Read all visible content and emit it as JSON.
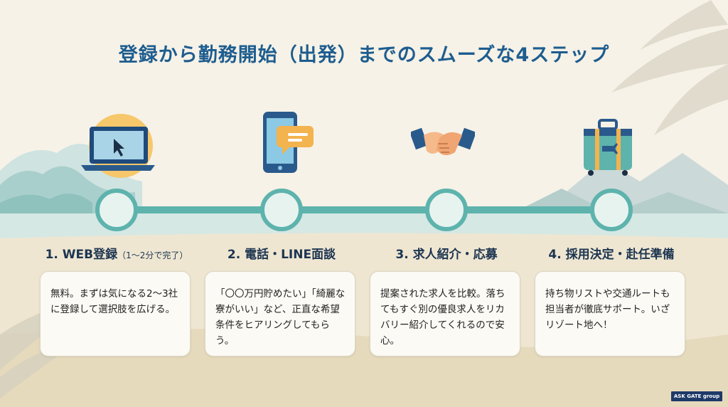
{
  "title": "登録から勤務開始（出発）までのスムーズな4ステップ",
  "steps": [
    {
      "title": "1. WEB登録",
      "subtitle": "（1〜2分で完了）",
      "icon": "laptop-cursor-icon",
      "body": "無料。まずは気になる2〜3社に登録して選択肢を広げる。"
    },
    {
      "title": "2. 電話・LINE面談",
      "subtitle": "",
      "icon": "smartphone-chat-icon",
      "body": "「〇〇万円貯めたい」「綺麗な寮がいい」など、正直な希望条件をヒアリングしてもらう。"
    },
    {
      "title": "3. 求人紹介・応募",
      "subtitle": "",
      "icon": "handshake-icon",
      "body": "提案された求人を比較。落ちてもすぐ別の優良求人をリカバリー紹介してくれるので安心。"
    },
    {
      "title": "4. 採用決定・赴任準備",
      "subtitle": "",
      "icon": "suitcase-icon",
      "body": "持ち物リストや交通ルートも担当者が徹底サポート。いざリゾート地へ！"
    }
  ],
  "logo_text": "ASK GATE group",
  "colors": {
    "title": "#1e5d8f",
    "teal": "#5eb3ad",
    "card_bg": "#fbfaf5"
  }
}
